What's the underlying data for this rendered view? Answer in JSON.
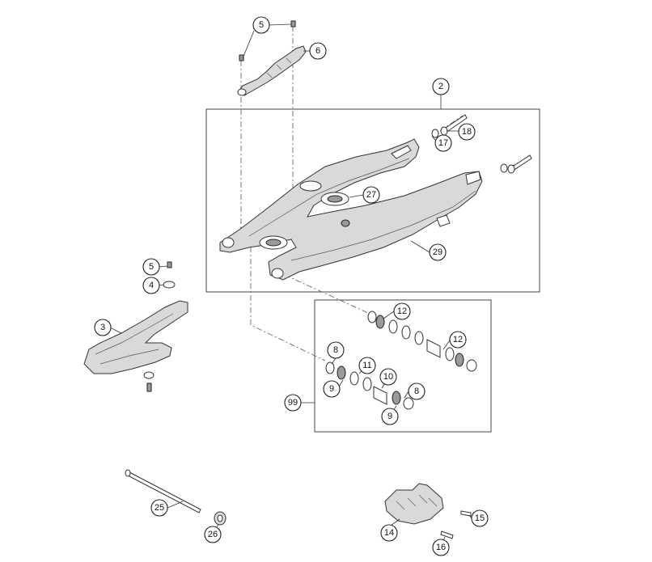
{
  "callouts": {
    "c5_top": "5",
    "c6": "6",
    "c2": "2",
    "c18": "18",
    "c17": "17",
    "c27": "27",
    "c29": "29",
    "c5_left": "5",
    "c4": "4",
    "c3": "3",
    "c12_top": "12",
    "c12_right": "12",
    "c8_left": "8",
    "c11": "11",
    "c10": "10",
    "c9_left": "9",
    "c8_right": "8",
    "c9_bottom": "9",
    "c99": "99",
    "c25": "25",
    "c26": "26",
    "c14": "14",
    "c15": "15",
    "c16": "16"
  }
}
